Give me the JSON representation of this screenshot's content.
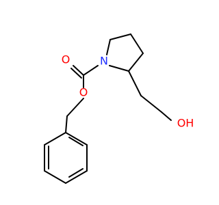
{
  "structure": {
    "atoms": {
      "nitrogen": {
        "label": "N"
      },
      "carbonyl_oxygen": {
        "label": "O"
      },
      "ester_oxygen": {
        "label": "O"
      },
      "hydroxyl": {
        "label": "OH"
      }
    },
    "colors": {
      "bond": "#000000",
      "nitrogen": "#1f2fff",
      "oxygen": "#ff0000"
    }
  }
}
